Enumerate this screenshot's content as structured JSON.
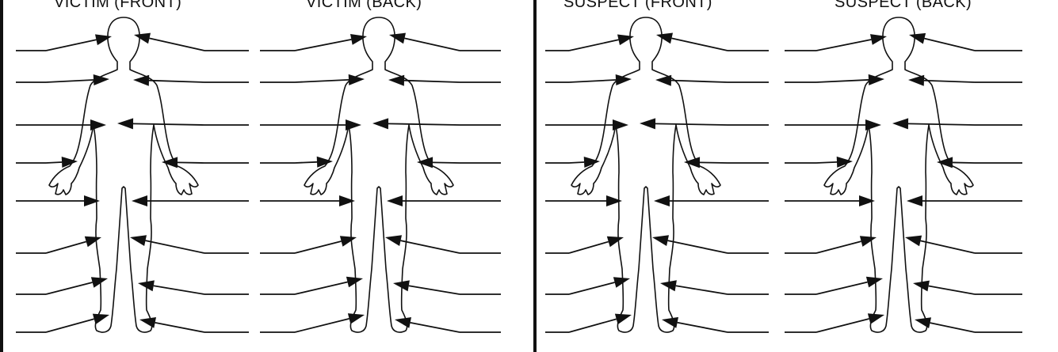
{
  "panels": [
    {
      "id": "victim",
      "figures": [
        {
          "label": "VICTIM (FRONT)",
          "view": "front"
        },
        {
          "label": "VICTIM (BACK)",
          "view": "back"
        }
      ]
    },
    {
      "id": "suspect",
      "figures": [
        {
          "label": "SUSPECT (FRONT)",
          "view": "front"
        },
        {
          "label": "SUSPECT (BACK)",
          "view": "back"
        }
      ]
    }
  ],
  "colors": {
    "ink": "#111111",
    "background": "#ffffff"
  }
}
